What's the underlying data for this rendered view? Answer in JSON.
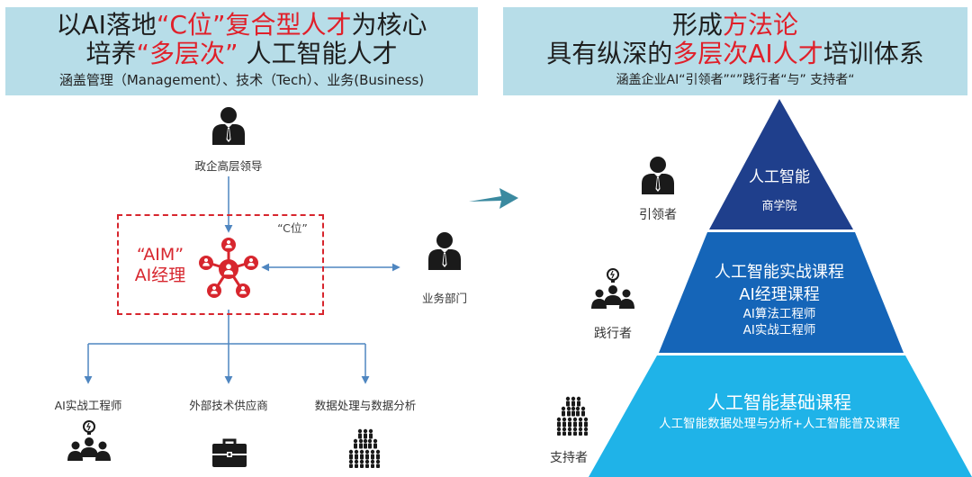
{
  "left_banner": {
    "line1": {
      "prefix": "以AI落地",
      "highlight": "“C位”复合型人才",
      "suffix": "为核心"
    },
    "line2": {
      "prefix": "培养",
      "highlight": "“多层次”",
      "suffix": " 人工智能人才"
    },
    "line3": "涵盖管理（Management）、技术（Tech）、业务(Business)"
  },
  "right_banner": {
    "line1": {
      "prefix": "形成",
      "highlight": "方法论"
    },
    "line2": {
      "prefix": "具有纵深的",
      "highlight": "多层次AI人才",
      "suffix": "培训体系"
    },
    "line3": "涵盖企业AI“引领者”“”践行者“与” 支持者“"
  },
  "org": {
    "top_label": "政企高层领导",
    "c_tag": "“C位”",
    "aim_line1": "“AIM”",
    "aim_line2": "AI经理",
    "business_label": "业务部门",
    "bottom_labels": [
      "AI实战工程师",
      "外部技术供应商",
      "数据处理与数据分析"
    ]
  },
  "roles": {
    "leader": "引领者",
    "practitioner": "践行者",
    "supporter": "支持者"
  },
  "pyramid": {
    "top": {
      "title": "人工智能",
      "subtitle": "商学院"
    },
    "middle": {
      "title1": "人工智能实战课程",
      "title2": "AI经理课程",
      "sub1": "AI算法工程师",
      "sub2": "AI实战工程师"
    },
    "bottom": {
      "title": "人工智能基础课程",
      "subtitle": "人工智能数据处理与分析+人工智能普及课程"
    }
  },
  "colors": {
    "highlight_red": "#e0202a",
    "banner_bg": "#b7dde8",
    "pyramid_top": "#1f3f8c",
    "pyramid_middle": "#1565b8",
    "pyramid_bottom": "#1fb3e8",
    "connector_blue": "#4f86c0",
    "arrow_teal": "#3b8aa0"
  },
  "icons": [
    "person-icon",
    "team-idea-icon",
    "briefcase-icon",
    "crowd-icon",
    "network-hub-icon",
    "right-arrow-icon"
  ]
}
